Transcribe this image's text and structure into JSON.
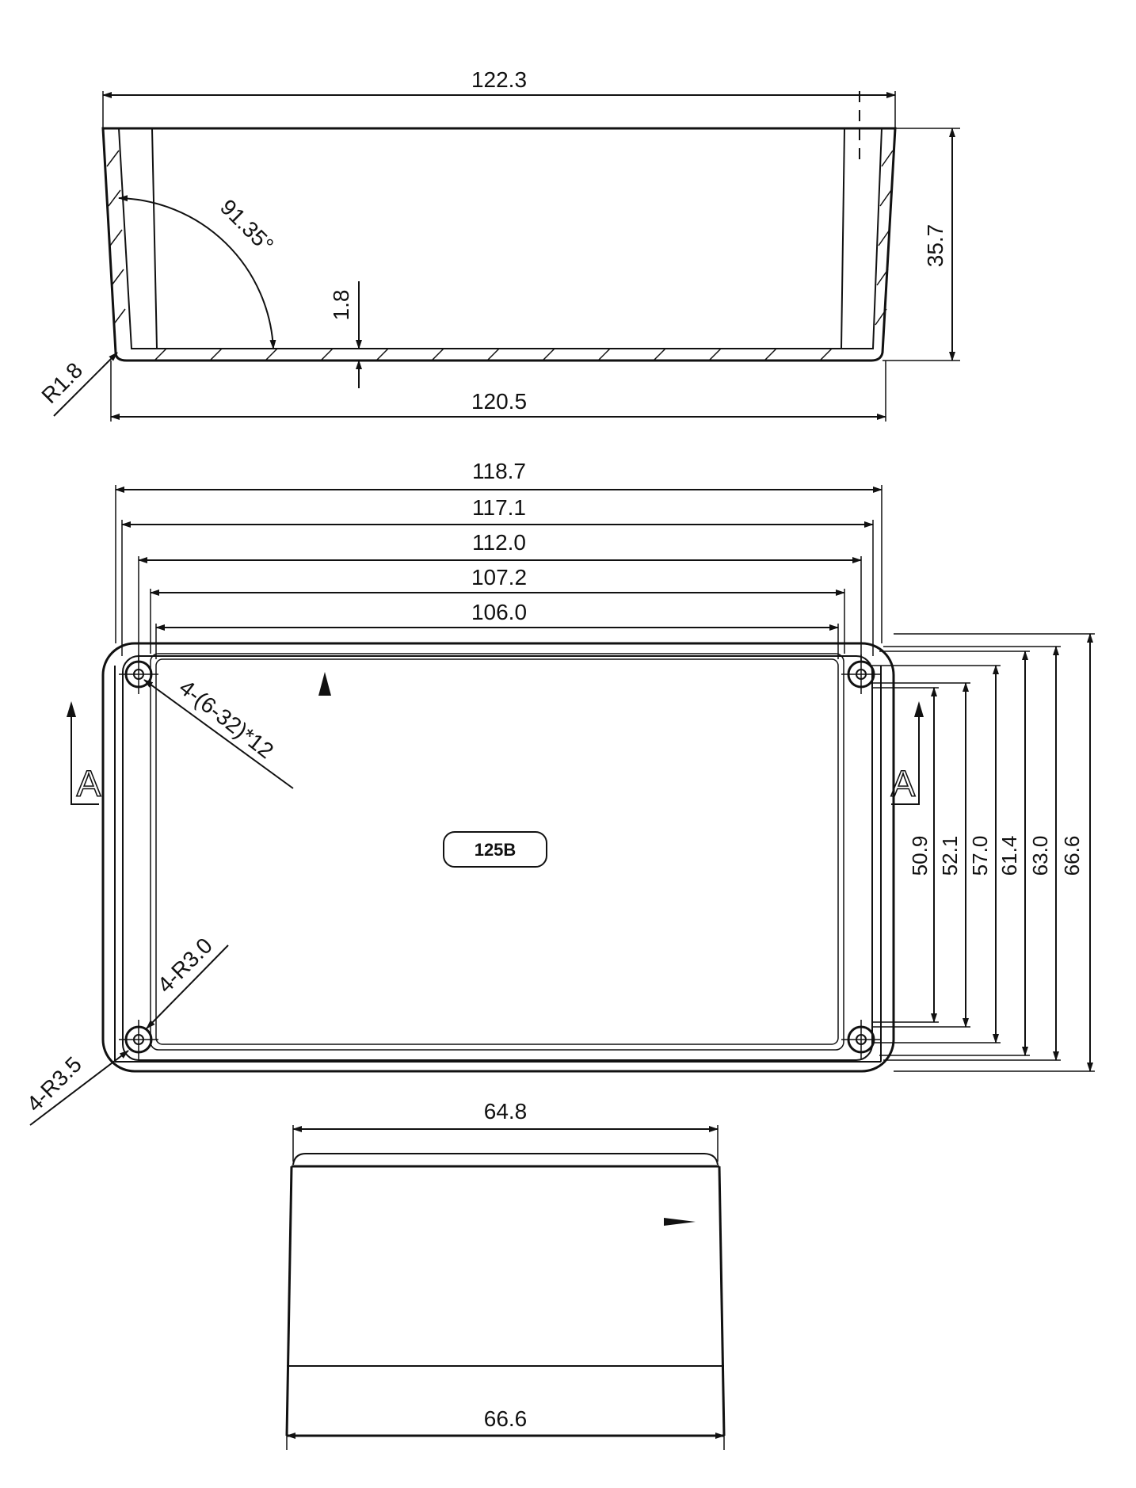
{
  "side_view": {
    "overall_length": "122.3",
    "bottom_length": "120.5",
    "height": "35.7",
    "wall_thickness": "1.8",
    "draft_angle": "91.35°",
    "corner_radius": "R1.8"
  },
  "top_view": {
    "widths": [
      "118.7",
      "117.1",
      "112.0",
      "107.2",
      "106.0"
    ],
    "heights": [
      "50.9",
      "52.1",
      "57.0",
      "61.4",
      "63.0",
      "66.6"
    ],
    "screw_note": "4-(6-32)*12",
    "inner_radius": "4-R3.0",
    "outer_radius": "4-R3.5",
    "model": "125B",
    "section_mark": "A"
  },
  "end_view": {
    "top_width": "64.8",
    "bottom_width": "66.6"
  }
}
